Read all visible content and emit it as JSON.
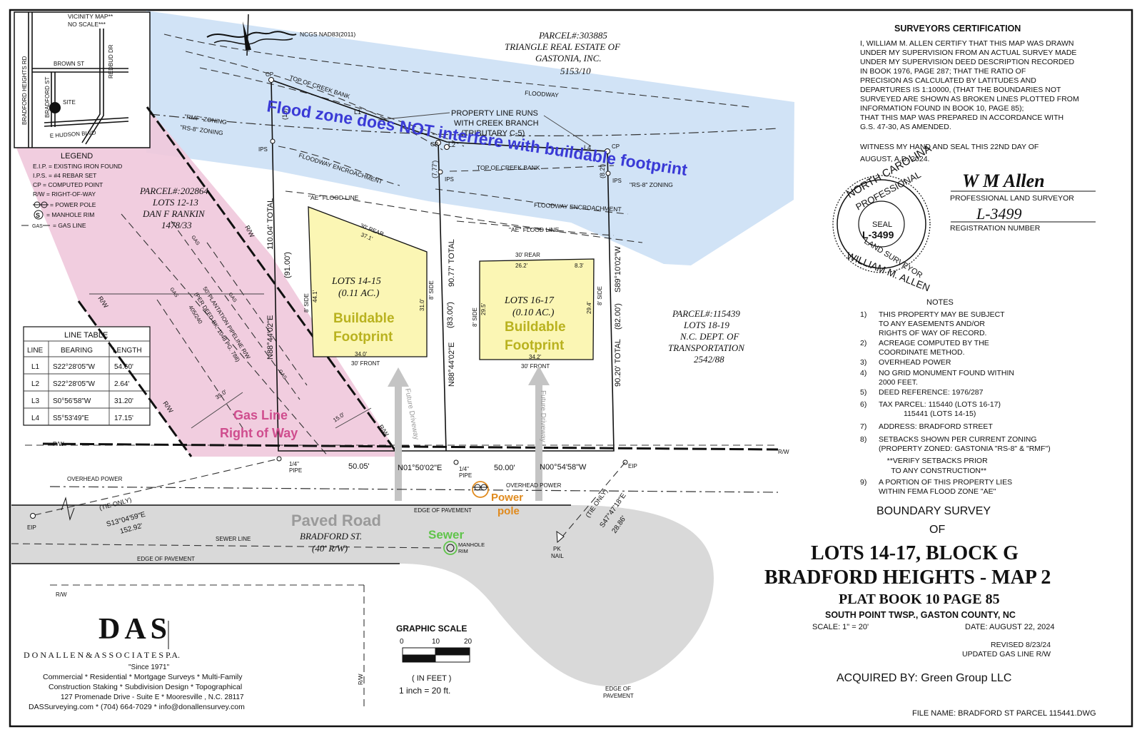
{
  "vicinity": {
    "title": "VICINITY MAP**",
    "subtitle": "NO SCALE***",
    "streets": [
      "BRADFORD HEIGHTS RD",
      "BROWN ST",
      "BRADFORD ST",
      "REDBUD DR",
      "E HUDSON BLVD"
    ],
    "site_label": "SITE"
  },
  "legend": {
    "title": "LEGEND",
    "items": [
      "E.I.P. = EXISTING IRON FOUND",
      "I.P.S. = #4 REBAR SET",
      "CP = COMPUTED POINT",
      "R/W = RIGHT-OF-WAY",
      "= POWER POLE",
      "= MANHOLE RIM",
      "= GAS LINE"
    ],
    "gas_symbol": "GAS"
  },
  "line_table": {
    "title": "LINE TABLE",
    "headers": [
      "LINE",
      "BEARING",
      "LENGTH"
    ],
    "rows": [
      [
        "L1",
        "S22°28'05\"W",
        "54.60'"
      ],
      [
        "L2",
        "S22°28'05\"W",
        "2.64'"
      ],
      [
        "L3",
        "S0°56'58\"W",
        "31.20'"
      ],
      [
        "L4",
        "S5°53'49\"E",
        "17.15'"
      ]
    ]
  },
  "parcels": {
    "north": [
      "PARCEL#:303885",
      "TRIANGLE REAL ESTATE OF",
      "GASTONIA, INC.",
      "5153/10"
    ],
    "west": [
      "PARCEL#:202864",
      "LOTS 12-13",
      "DAN F RANKIN",
      "1478/33"
    ],
    "east": [
      "PARCEL#:115439",
      "LOTS 18-19",
      "N.C. DEPT. OF",
      "TRANSPORTATION",
      "2542/88"
    ]
  },
  "annotations": {
    "flood_zone": "Flood zone does NOT interfere with buildable footprint",
    "buildable": [
      "Buildable",
      "Footprint"
    ],
    "gas_row": [
      "Gas Line",
      "Right of Way"
    ],
    "paved_road": "Paved Road",
    "sewer": "Sewer",
    "power_pole": [
      "Power",
      "pole"
    ],
    "future_driveway": "Future Driveway",
    "colors": {
      "flood": "#cfe2f6",
      "gas": "#f0c8dc",
      "footprint": "#fbf6b4",
      "road": "#d9d9d9",
      "flood_text": "#3a3ad6",
      "gas_text": "#cf4d8e",
      "footprint_text": "#b9b21f",
      "sewer_text": "#5fc44a",
      "power_text": "#e08a1d",
      "road_text": "#9a9a9a"
    }
  },
  "map_labels": {
    "ncgs": "NCGS NAD83(2011)",
    "cp": "CP",
    "ips": "IPS",
    "eip": "EIP",
    "top_creek_bank": "TOP OF CREEK BANK",
    "floodway": "FLOODWAY",
    "rmf_zoning": "\"RMF\" ZONING",
    "rs8_zoning": "\"RS-8\" ZONING",
    "floodway_enc": "FLOODWAY ENCROACHMENT",
    "ae_flood": "\"AE\" FLOOD LINE",
    "property_line_runs": [
      "PROPERTY LINE RUNS",
      "WITH CREEK BRANCH",
      "(TRIBUTARY C-5)"
    ],
    "l1": "L1",
    "l2": "L2",
    "l3": "L3",
    "l4": "L4",
    "rw": "R/W",
    "total_110": "110.04' TOTAL",
    "d_91": "(91.00')",
    "n88_1": "N88°44'02\"E",
    "d_19": "(19)",
    "d_777": "(7.77')",
    "total_9077": "90.77' TOTAL",
    "d_83": "(83.00')",
    "n88_2": "N88°44'02\"E",
    "d_82": "(82.00')",
    "s89": "S89°10'02\"W",
    "total_9020": "90.20' TOTAL",
    "d_8": "(8.2')",
    "rear_30": "30' REAR",
    "front_30": "30' FRONT",
    "side_8": "8' SIDE",
    "lot1415_dims": [
      "37.1'",
      "44.1'",
      "31.0'",
      "34.0'"
    ],
    "lot1617_dims": [
      "26.2'",
      "8.3'",
      "29.5'",
      "29.4'",
      "34.2'"
    ],
    "lots_1415": [
      "LOTS 14-15",
      "(0.11 AC.)"
    ],
    "lots_1617": [
      "LOTS 16-17",
      "(0.10 AC.)"
    ],
    "pipeline": [
      "50' PLANTATION PIPELINE R/W",
      "(PER DEED BK. 1048 PG. 788)",
      "405/240"
    ],
    "d35": "35.0'",
    "d15": "15.0'",
    "front_dist1": "50.05'",
    "bearing1": "N01°50'02\"E",
    "front_dist2": "50.00'",
    "bearing2": "N00°54'58\"W",
    "pipe": [
      "1/4\"",
      "PIPE"
    ],
    "overhead_power": "OVERHEAD POWER",
    "edge_pavement": "EDGE OF PAVEMENT",
    "edge_pavement_2": [
      "EDGE OF",
      "PAVEMENT"
    ],
    "tie_only": "(TIE ONLY)",
    "tie1": [
      "S13°04'59\"E",
      "152.92'"
    ],
    "tie2": [
      "S47°47'18\"E",
      "28.86'"
    ],
    "sewer_line": "SEWER LINE",
    "bradford_st": [
      "BRADFORD ST.",
      "(40' R/W)"
    ],
    "manhole": [
      "MANHOLE",
      "RIM"
    ],
    "pk_nail": [
      "PK",
      "NAIL"
    ]
  },
  "certification": {
    "title": "SURVEYORS CERTIFICATION",
    "lines": [
      "I, WILLIAM M. ALLEN CERTIFY THAT THIS MAP WAS DRAWN",
      "UNDER MY SUPERVISION FROM AN ACTUAL SURVEY MADE",
      "UNDER MY SUPERVISION DEED DESCRIPTION RECORDED",
      "IN BOOK 1976, PAGE 287; THAT THE RATIO OF",
      "PRECISION AS CALCULATED BY LATITUDES AND",
      "DEPARTURES IS 1:10000, (THAT THE BOUNDARIES NOT",
      "SURVEYED ARE SHOWN AS BROKEN LINES PLOTTED FROM",
      "INFORMATION FOUND IN BOOK 10, PAGE 85);",
      "THAT THIS MAP WAS PREPARED IN ACCORDANCE WITH",
      "G.S. 47-30, AS AMENDED."
    ],
    "witness": [
      "WITNESS MY HAND AND SEAL THIS 22ND DAY OF",
      "AUGUST, A.D. 2024."
    ],
    "pls_label": "PROFESSIONAL LAND SURVEYOR",
    "reg_label": "REGISTRATION NUMBER",
    "reg_number": "L-3499",
    "signature": "W M Allen",
    "seal": {
      "top": "NORTH CAROLINA",
      "mid": "PROFESSIONAL",
      "center": [
        "SEAL",
        "L-3499"
      ],
      "bottom1": "LAND SURVEYOR",
      "bottom2": "WILLIAM M. ALLEN"
    }
  },
  "notes": {
    "title": "NOTES",
    "items": [
      {
        "num": "1)",
        "lines": [
          "THIS PROPERTY MAY BE SUBJECT",
          "TO ANY EASEMENTS AND/OR",
          "RIGHTS OF WAY OF RECORD."
        ]
      },
      {
        "num": "2)",
        "lines": [
          "ACREAGE COMPUTED BY THE",
          "COORDINATE METHOD."
        ]
      },
      {
        "num": "3)",
        "lines": [
          "OVERHEAD POWER"
        ]
      },
      {
        "num": "4)",
        "lines": [
          "NO GRID MONUMENT FOUND WITHIN",
          "2000 FEET."
        ]
      },
      {
        "num": "5)",
        "lines": [
          "DEED REFERENCE: 1976/287"
        ]
      },
      {
        "num": "6)",
        "lines": [
          "TAX PARCEL: 115440 (LOTS 16-17)",
          "            115441 (LOTS 14-15)"
        ]
      },
      {
        "num": "7)",
        "lines": [
          "ADDRESS: BRADFORD STREET"
        ]
      },
      {
        "num": "8)",
        "lines": [
          "SETBACKS SHOWN PER CURRENT ZONING",
          "(PROPERTY ZONED: GASTONIA \"RS-8\" & \"RMF\")",
          "    **VERIFY SETBACKS PRIOR",
          "      TO ANY CONSTRUCTION**"
        ]
      },
      {
        "num": "9)",
        "lines": [
          "A PORTION OF THIS PROPERTY LIES",
          "WITHIN FEMA FLOOD ZONE \"AE\""
        ]
      }
    ]
  },
  "title_block": {
    "boundary": "BOUNDARY SURVEY",
    "of": "OF",
    "lots": "LOTS 14-17, BLOCK G",
    "subdivision": "BRADFORD HEIGHTS - MAP 2",
    "plat": "PLAT BOOK 10 PAGE 85",
    "township": "SOUTH POINT TWSP., GASTON COUNTY, NC",
    "scale": "SCALE:   1\" = 20'",
    "date": "DATE: AUGUST 22, 2024",
    "revised": [
      "REVISED 8/23/24",
      "UPDATED GAS LINE R/W"
    ],
    "acquired": "ACQUIRED BY:  Green Group LLC",
    "file_name": "FILE NAME: BRADFORD ST PARCEL 115441.DWG"
  },
  "graphic_scale": {
    "title": "GRAPHIC SCALE",
    "ticks": [
      "0",
      "10",
      "20"
    ],
    "unit": "( IN FEET )",
    "ratio": "1 inch =  20  ft."
  },
  "company": {
    "logo": "DAS",
    "name": "D O N    A L L E N  &  A S S O C I A T E S  P.A.",
    "since": "\"Since 1971\"",
    "services1": "Commercial * Residential * Mortgage Surveys * Multi-Family",
    "services2": "Construction Staking * Subdivision Design * Topographical",
    "address": "127 Promenade Drive - Suite E *  Mooresville , N.C. 28117",
    "contact": "DASSurveying.com * (704) 664-7029 * info@donallensurvey.com"
  }
}
